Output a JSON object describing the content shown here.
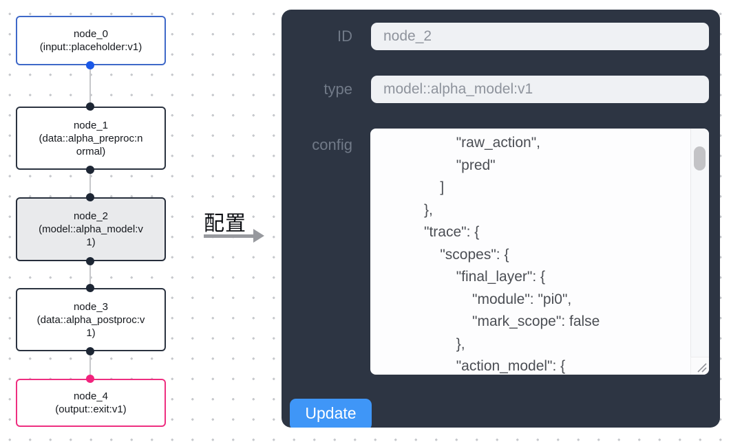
{
  "canvas": {
    "nodes": [
      {
        "title": "node_0",
        "subtitle": "(input::placeholder:v1)",
        "kind": "input",
        "border_color": "#3e68c8",
        "port_color": "#1a58e8"
      },
      {
        "title": "node_1",
        "subtitle": "(data::alpha_preproc:normal)",
        "kind": "data",
        "border_color": "#2a323f",
        "port_color": "#1d2634"
      },
      {
        "title": "node_2",
        "subtitle": "(model::alpha_model:v1)",
        "kind": "model",
        "selected": true,
        "fill_color": "#e9eaec",
        "border_color": "#252d3a",
        "port_color": "#1d2634"
      },
      {
        "title": "node_3",
        "subtitle": "(data::alpha_postproc:v1)",
        "kind": "data",
        "border_color": "#2a323f",
        "port_color": "#1d2634"
      },
      {
        "title": "node_4",
        "subtitle": "(output::exit:v1)",
        "kind": "output",
        "border_color": "#ee2e80",
        "port_color": "#f1237d"
      }
    ],
    "grid_dot_color": "#c7c9cd",
    "edge_color": "#c6c7ca"
  },
  "transition": {
    "label": "配置",
    "arrow_color": "#97999e",
    "direction": "right"
  },
  "panel": {
    "background_color": "#2d3543",
    "fields": [
      {
        "label": "ID",
        "value": "node_2"
      },
      {
        "label": "type",
        "value": "model::alpha_model:v1"
      },
      {
        "label": "config",
        "value": "                    \"raw_action\",\n                    \"pred\"\n                ]\n            },\n            \"trace\": {\n                \"scopes\": {\n                    \"final_layer\": {\n                        \"module\": \"pi0\",\n                        \"mark_scope\": false\n                    },\n                    \"action_model\": {"
      }
    ],
    "update_label": "Update",
    "update_color": "#3f96f7"
  }
}
